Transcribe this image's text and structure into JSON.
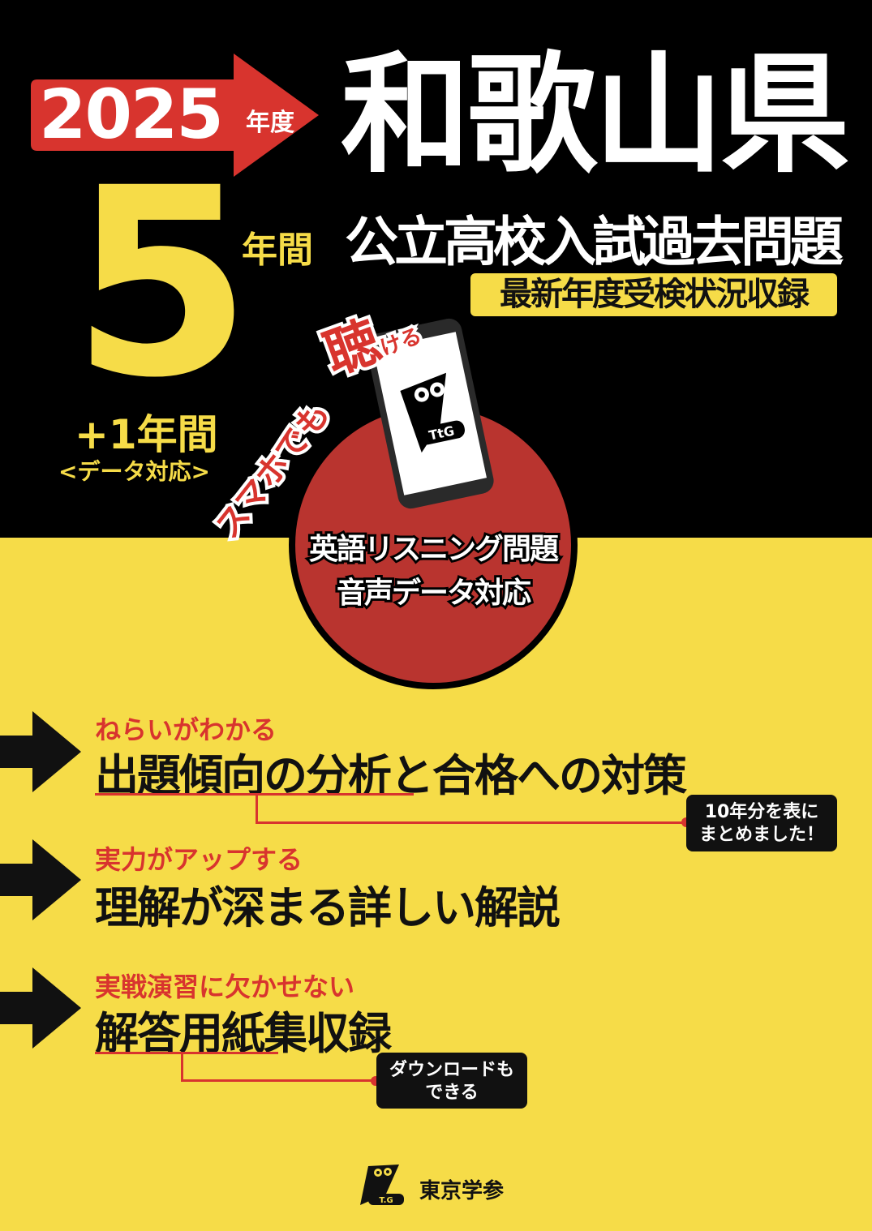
{
  "cover": {
    "year": "2025",
    "year_suffix": "年度",
    "prefecture": "和歌山県",
    "subtitle": "公立高校入試過去問題",
    "latest_badge": "最新年度受検状況収録",
    "years_number": "5",
    "years_unit": "年間",
    "plus_years": "+1年間",
    "plus_note": "<データ対応>",
    "smartphone_text": "スマホでも",
    "listen_big": "聴",
    "listen_small": "ける",
    "circle_line1": "英語リスニング問題",
    "circle_line2": "音声データ対応",
    "logo_text": "TtG"
  },
  "features": [
    {
      "kicker": "ねらいがわかる",
      "title": "出題傾向の分析と合格への対策",
      "callout_line1": "10年分を表に",
      "callout_line2": "まとめました！"
    },
    {
      "kicker": "実力がアップする",
      "title": "理解が深まる詳しい解説"
    },
    {
      "kicker": "実戦演習に欠かせない",
      "title": "解答用紙集収録",
      "callout_line1": "ダウンロードも",
      "callout_line2": "できる"
    }
  ],
  "publisher": {
    "name": "東京学参",
    "logo_text": "T.G"
  },
  "colors": {
    "black": "#000000",
    "yellow": "#f6dc48",
    "red": "#d8342e",
    "circle_red": "#b9342f"
  }
}
